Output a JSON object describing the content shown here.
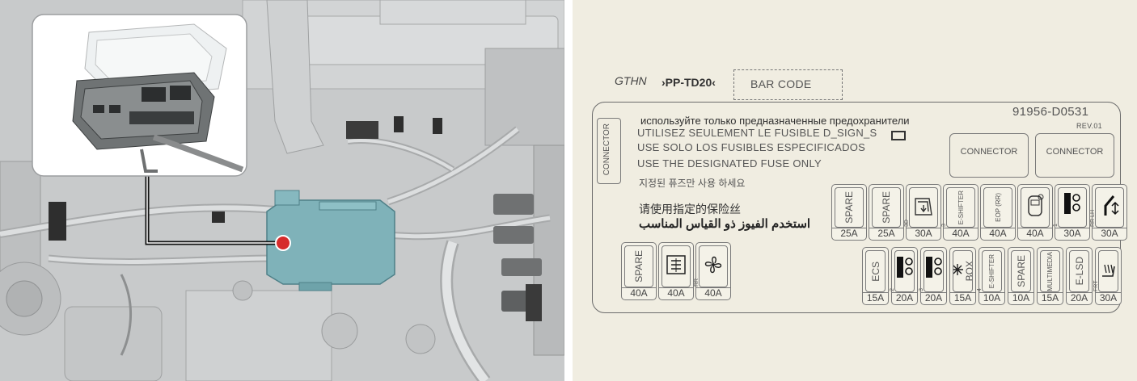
{
  "label": {
    "brand": "GTHN",
    "part_code": "›PP-TD20‹",
    "barcode": "BAR CODE",
    "part_number": "91956-D0531",
    "revision": "REV.01",
    "left_connector": "CONNECTOR",
    "connectors": [
      "CONNECTOR",
      "CONNECTOR"
    ],
    "warning_ru": "используйте только предназначенные предохранители",
    "warning_fr": "UTILISEZ SEULEMENT LE FUSIBLE D_SIGN_S",
    "warning_es": "USE SOLO LOS FUSIBLES ESPECIFICADOS",
    "warning_en": "USE THE DESIGNATED FUSE ONLY",
    "warning_ko": "지정된 퓨즈만 사용 하세요",
    "warning_zh": "请使用指定的保险丝",
    "warning_ar": "استخدم الفيوز ذو القياس المناسب",
    "fuses_top": [
      {
        "label": "SPARE",
        "amp": "25A"
      },
      {
        "label": "SPARE",
        "amp": "25A"
      },
      {
        "label": "",
        "icon": "power-window-icon",
        "sub": "3D",
        "amp": "30A"
      },
      {
        "label": "E-SHIFTER",
        "sub": "3",
        "amp": "40A"
      },
      {
        "label": "EOP (RR)",
        "amp": "40A"
      },
      {
        "label": "",
        "icon": "car-icon",
        "amp": "40A"
      },
      {
        "label": "",
        "icon": "relay-icon",
        "sub": "1",
        "amp": "30A"
      },
      {
        "label": "",
        "icon": "seat-icon",
        "sub": "RR LH",
        "amp": "30A"
      }
    ],
    "fuses_left": [
      {
        "label": "SPARE",
        "amp": "40A"
      },
      {
        "label": "",
        "icon": "rear-defrost-icon",
        "amp": "40A"
      },
      {
        "label": "",
        "icon": "fan-icon",
        "sub": "RR",
        "amp": "40A"
      }
    ],
    "fuses_bottom": [
      {
        "label": "ECS",
        "amp": "15A"
      },
      {
        "label": "",
        "icon": "relay-icon",
        "sub": "2",
        "amp": "20A"
      },
      {
        "label": "",
        "icon": "relay-icon",
        "sub": "3",
        "amp": "20A"
      },
      {
        "label": "BOX",
        "icon": "snowflake-icon",
        "amp": "15A"
      },
      {
        "label": "E-SHIFTER",
        "sub": "4",
        "amp": "10A"
      },
      {
        "label": "SPARE",
        "amp": "10A"
      },
      {
        "label": "MULTIMEDIA",
        "amp": "15A"
      },
      {
        "label": "E-LSD",
        "amp": "20A"
      },
      {
        "label": "",
        "icon": "seat-heater-icon",
        "sub": "FRT",
        "amp": "30A"
      }
    ]
  }
}
